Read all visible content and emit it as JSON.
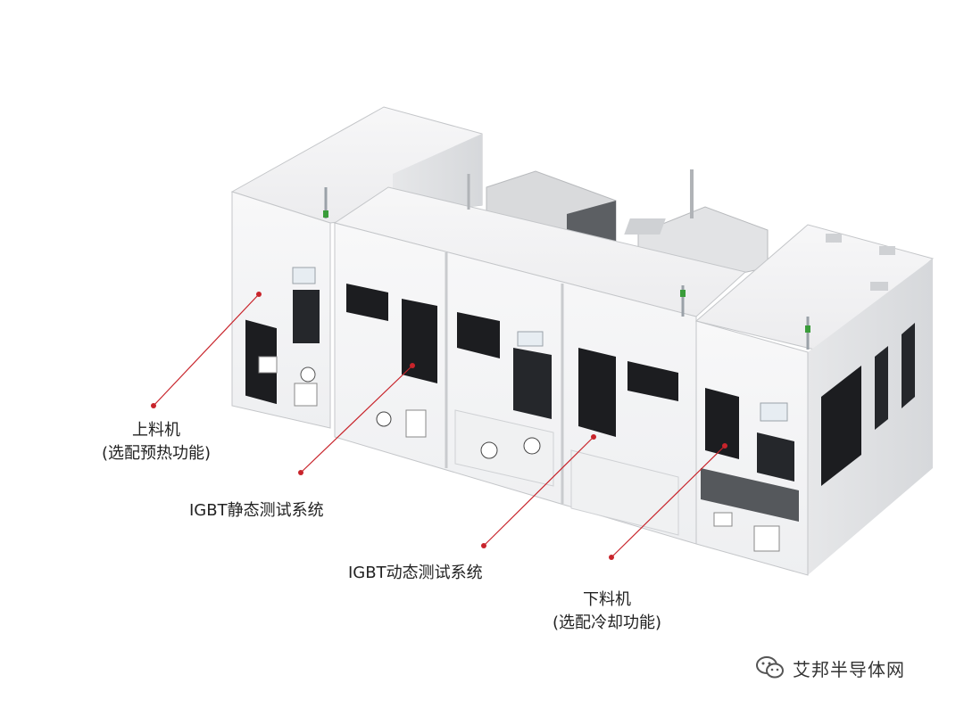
{
  "callouts": {
    "loader": {
      "line1": "上料机",
      "line2": "(选配预热功能)"
    },
    "static_test": {
      "line1": "IGBT静态测试系统"
    },
    "dynamic_test": {
      "line1": "IGBT动态测试系统"
    },
    "unloader": {
      "line1": "下料机",
      "line2": "(选配冷却功能)"
    }
  },
  "watermark": {
    "icon": "wechat-icon",
    "text": "艾邦半导体网"
  },
  "colors": {
    "callout_line": "#c8242b",
    "frame": "#f4f4f5",
    "frame_edge": "#bfc2c6",
    "window": "#1c1d20",
    "text": "#222222"
  }
}
